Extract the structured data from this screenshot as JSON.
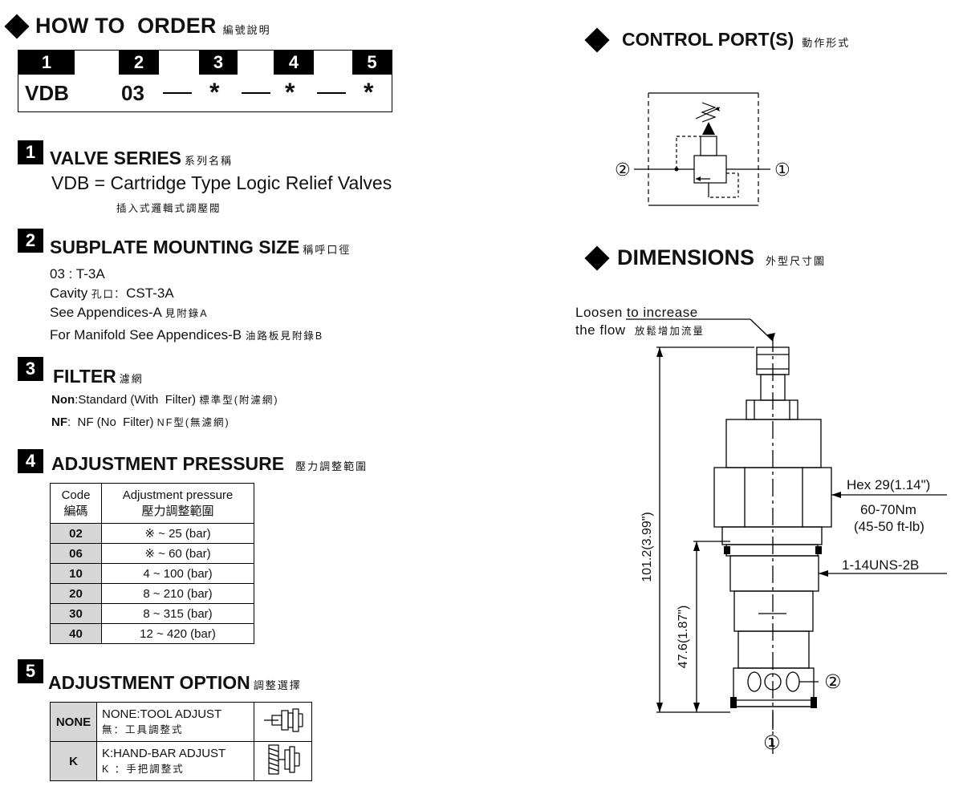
{
  "how_to_order": {
    "title": "HOW TO  ORDER",
    "title_cjk": "編號說明",
    "positions": [
      "1",
      "2",
      "3",
      "4",
      "5"
    ],
    "values": [
      "VDB",
      "03",
      "*",
      "*",
      "*"
    ]
  },
  "sections": [
    {
      "number": "1",
      "title": "VALVE SERIES",
      "title_cjk": "系列名稱",
      "lines": [
        "VDB = Cartridge Type Logic Relief Valves"
      ],
      "sub_cjk": "插入式邏輯式調壓閥"
    },
    {
      "number": "2",
      "title": "SUBPLATE MOUNTING SIZE",
      "title_cjk": "稱呼口徑",
      "line1": "03 : T-3A",
      "line2_a": "Cavity",
      "line2_cjk": "孔口",
      "line2_b": ":  CST-3A",
      "line3": "See Appendices-A",
      "line3_cjk": "見附錄A",
      "line4": "For Manifold See Appendices-B",
      "line4_cjk": "油路板見附錄B"
    },
    {
      "number": "3",
      "title": "FILTER",
      "title_cjk": "濾網",
      "non_label": "Non",
      "non_text": ":Standard (With  Filter)",
      "non_cjk": "標準型(附濾網)",
      "nf_label": "NF",
      "nf_text": ":  NF (No  Filter)",
      "nf_cjk": "NF型(無濾網)"
    },
    {
      "number": "4",
      "title": "ADJUSTMENT PRESSURE",
      "title_cjk": "壓力調整範圍"
    },
    {
      "number": "5",
      "title": "ADJUSTMENT OPTION",
      "title_cjk": "調整選擇"
    }
  ],
  "pressure_table": {
    "header_code": "Code",
    "header_code_cjk": "編碼",
    "header_range": "Adjustment pressure",
    "header_range_cjk": "壓力調整範圍",
    "rows": [
      {
        "code": "02",
        "range": "※ ~ 25 (bar)"
      },
      {
        "code": "06",
        "range": "※ ~ 60 (bar)"
      },
      {
        "code": "10",
        "range": "4 ~ 100 (bar)"
      },
      {
        "code": "20",
        "range": "8 ~ 210 (bar)"
      },
      {
        "code": "30",
        "range": "8 ~ 315 (bar)"
      },
      {
        "code": "40",
        "range": "12 ~ 420 (bar)"
      }
    ]
  },
  "option_table": {
    "rows": [
      {
        "code": "NONE",
        "desc": "NONE:TOOL ADJUST",
        "desc_cjk": "無：工具調整式",
        "icon": "tool-adjust-icon"
      },
      {
        "code": "K",
        "desc": "K:HAND-BAR ADJUST",
        "desc_cjk": "K ：手把調整式",
        "icon": "hand-bar-adjust-icon"
      }
    ]
  },
  "control_ports": {
    "title": "CONTROL PORT(S)",
    "title_cjk": "動作形式",
    "port_left": "②",
    "port_right": "①"
  },
  "dimensions": {
    "title": "DIMENSIONS",
    "title_cjk": "外型尺寸圖",
    "loosen_line1": "Loosen to increase",
    "loosen_line2": "the flow",
    "loosen_cjk": "放鬆增加流量",
    "hex": "Hex 29(1.14\")",
    "torque1": "60-70Nm",
    "torque2": "(45-50 ft-lb)",
    "thread": "1-14UNS-2B",
    "overall_length": "101.2(3.99\")",
    "lower_length": "47.6(1.87\")",
    "port_2": "②",
    "port_1": "①"
  }
}
